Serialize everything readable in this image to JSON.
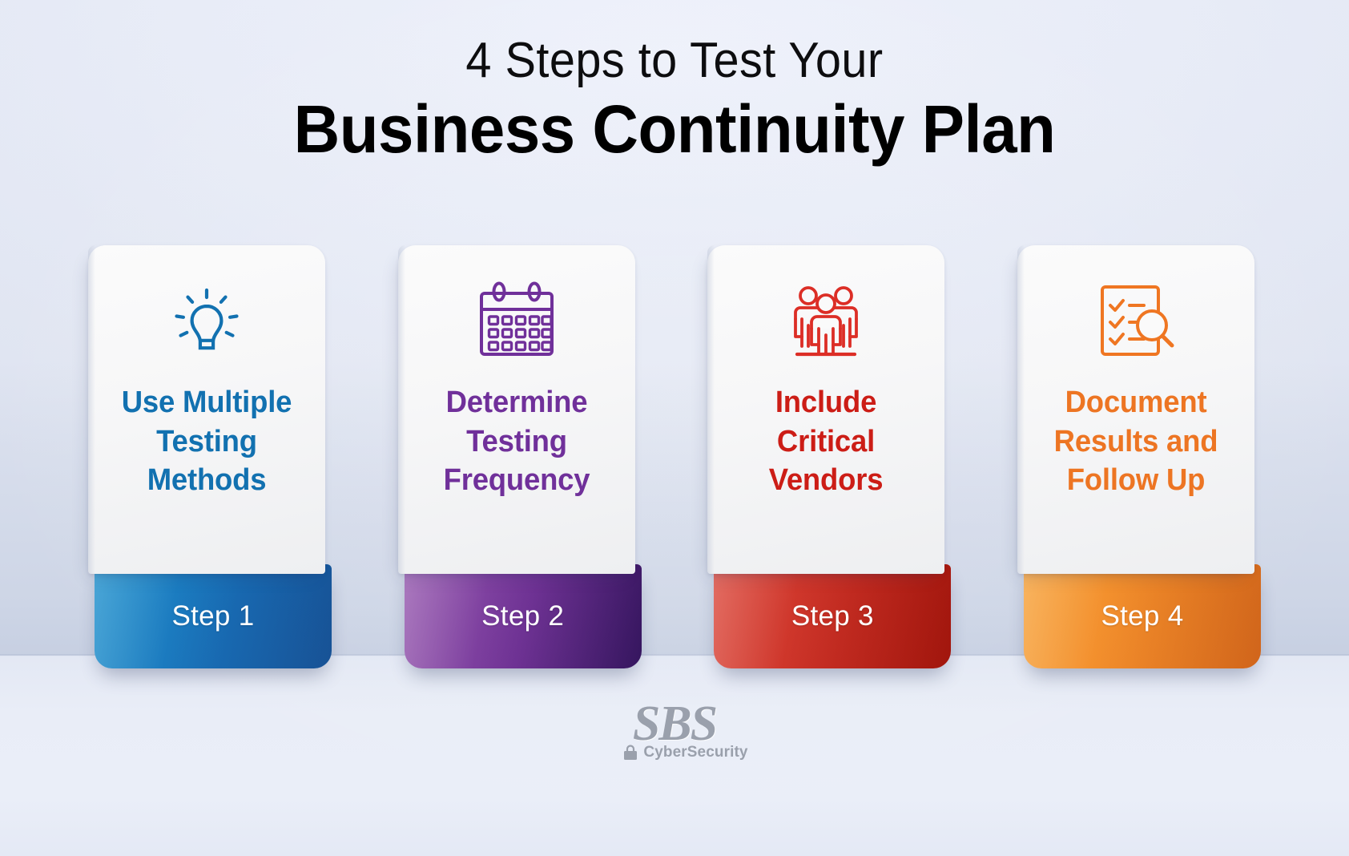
{
  "background": {
    "top_color": "#eef1fb",
    "mid_color": "#dfe4f1",
    "floor_color": "#e9edf7"
  },
  "header": {
    "title_line1": "4 Steps to Test Your",
    "title_line2": "Business Continuity Plan",
    "title_color": "#000000"
  },
  "cards": [
    {
      "step_label": "Step 1",
      "title": "Use Multiple Testing Methods",
      "icon": "lightbulb-icon",
      "accent_color": "#0C7CBE",
      "text_color": "#1271B0",
      "footer_gradient_from": "#0C88C9",
      "footer_gradient_to": "#1A5BA6",
      "footer_edge_color": "#2fa3dd"
    },
    {
      "step_label": "Step 2",
      "title": "Determine Testing Frequency",
      "icon": "calendar-icon",
      "accent_color": "#6E2C8F",
      "text_color": "#70309A",
      "footer_gradient_from": "#8E4BA8",
      "footer_gradient_to": "#3B1869",
      "footer_edge_color": "#a366bb"
    },
    {
      "step_label": "Step 3",
      "title": "Include Critical Vendors",
      "icon": "people-icon",
      "accent_color": "#DC2E26",
      "text_color": "#CC1D16",
      "footer_gradient_from": "#D93A2C",
      "footer_gradient_to": "#B3180E",
      "footer_edge_color": "#e8665c"
    },
    {
      "step_label": "Step 4",
      "title": "Document Results and Follow Up",
      "icon": "checklist-search-icon",
      "accent_color": "#EF7622",
      "text_color": "#ED7523",
      "footer_gradient_from": "#F69A28",
      "footer_gradient_to": "#E8701E",
      "footer_edge_color": "#fbc36a"
    }
  ],
  "logo": {
    "wordmark": "SBS",
    "subtext": "CyberSecurity",
    "lock_icon": "lock-icon",
    "color": "#9aa0ac"
  }
}
